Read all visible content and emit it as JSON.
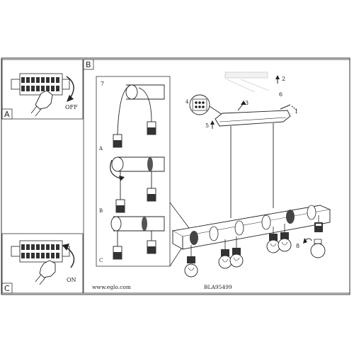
{
  "panels": {
    "a": {
      "letter": "A",
      "switch_label": "OFF"
    },
    "b": {
      "letter": "B",
      "step_number": "7",
      "sub_a": "A",
      "sub_b": "B",
      "sub_c": "C"
    },
    "c": {
      "letter": "C",
      "switch_label": "ON"
    }
  },
  "callouts": {
    "n1": "1",
    "n2": "2",
    "n3": "3",
    "n4": "4",
    "n5": "5",
    "n6": "6",
    "n8": "8"
  },
  "footer": {
    "website": "www.eglo.com",
    "model": "BLA95499"
  }
}
